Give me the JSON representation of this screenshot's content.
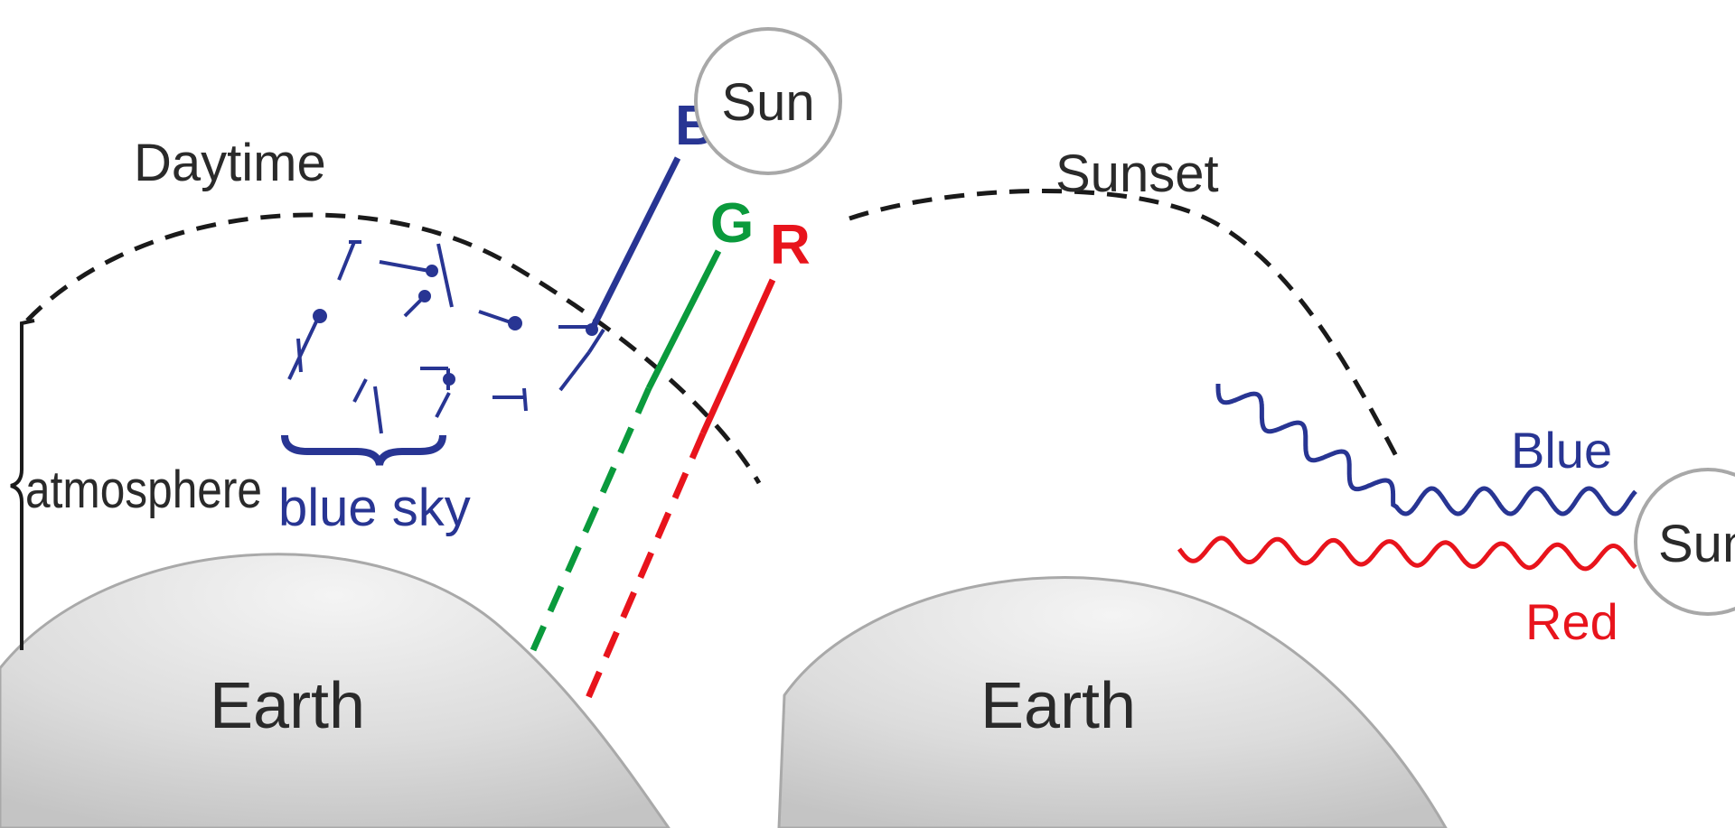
{
  "labels": {
    "daytime": "Daytime",
    "sunset": "Sunset",
    "atmosphere": "atmosphere",
    "blue_sky": "blue sky",
    "earth_left": "Earth",
    "earth_right": "Earth",
    "sun_left": "Sun",
    "sun_right": "Sun",
    "b": "B",
    "g": "G",
    "r": "R",
    "blue": "Blue",
    "red": "Red"
  },
  "colors": {
    "blue": "#283593",
    "green": "#0a9a3c",
    "red": "#e8141c",
    "dash": "#1a1a1a",
    "sun_stroke": "#a8a8a8",
    "earth_fill": "#d9d9d9"
  }
}
